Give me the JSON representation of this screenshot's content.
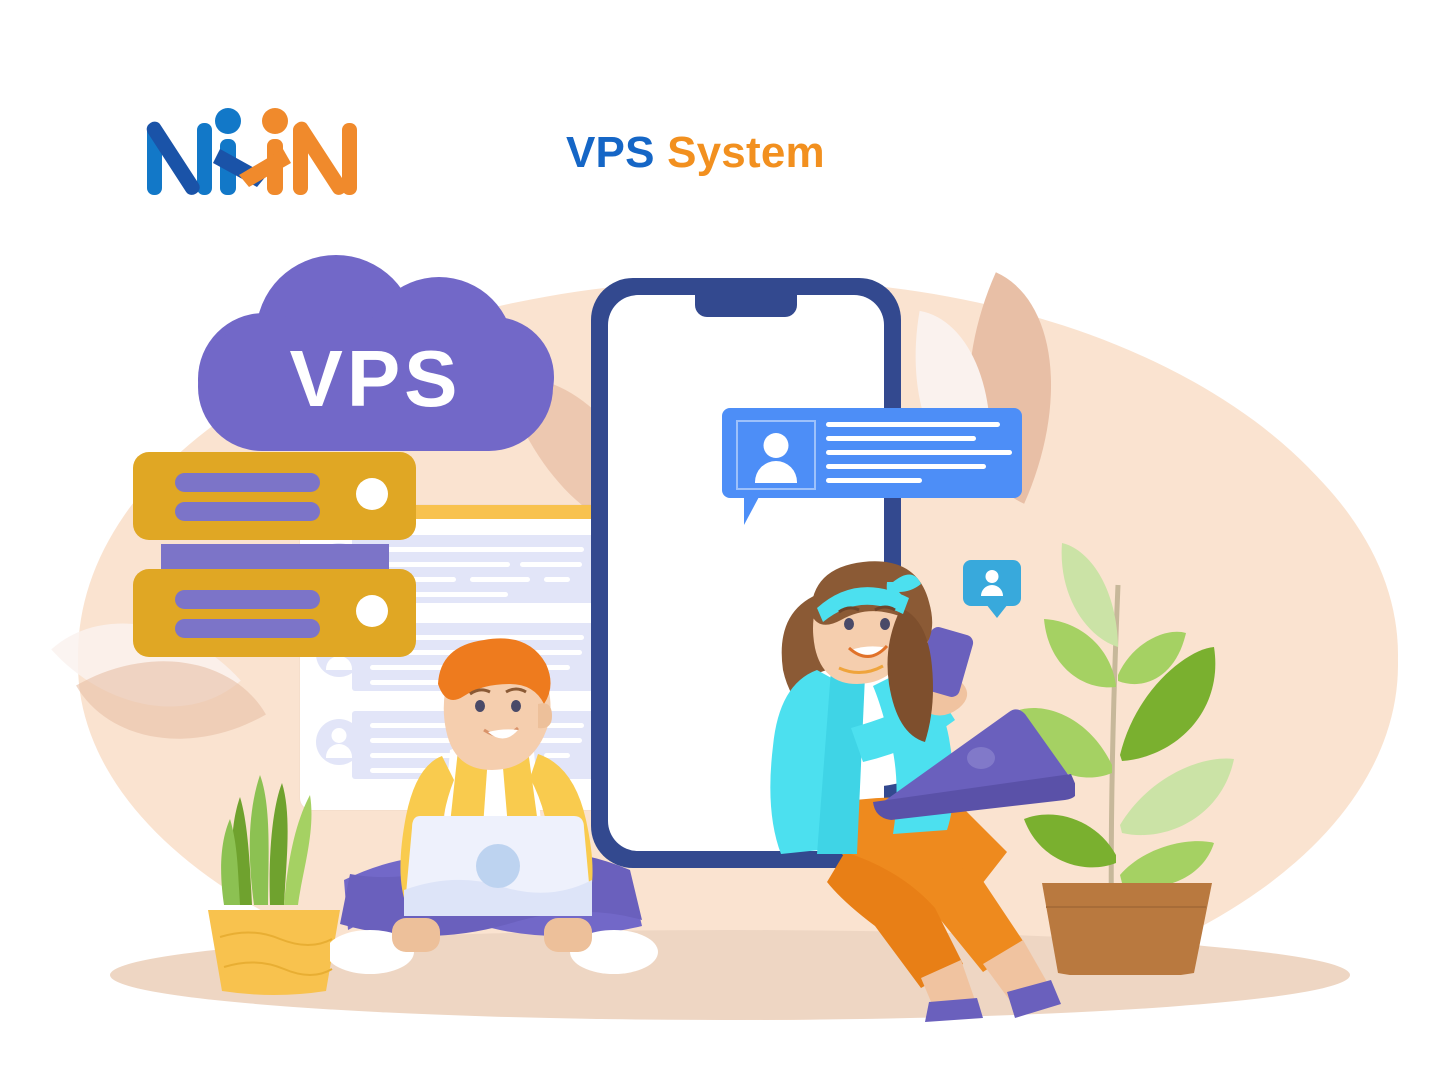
{
  "header": {
    "logo_alt": "NMN",
    "logo_letters": [
      "N",
      "i",
      "i",
      "N"
    ],
    "brand_part1": "VPS",
    "brand_part2": "System",
    "brand_full": "VPS System"
  },
  "illustration": {
    "cloud_label": "VPS",
    "caption": "Two people using a VPS system on laptops and a phone",
    "elements": [
      "purple-cloud",
      "server-rack",
      "browser-card",
      "smartphone",
      "chat-bubble",
      "mini-notification-bubble",
      "man-with-laptop",
      "woman-with-laptop",
      "potted-snake-plant",
      "potted-leafy-plant"
    ]
  },
  "card": {
    "rows": [
      {
        "lines": [
          [
            "8",
            "214"
          ],
          [
            "8",
            "140"
          ],
          [
            "8",
            "86"
          ],
          [
            "8",
            "176"
          ]
        ]
      },
      {
        "lines": [
          [
            "8",
            "214"
          ],
          [
            "8",
            "140"
          ],
          [
            "8",
            "86"
          ],
          [
            "8",
            "176"
          ]
        ]
      },
      {
        "lines": [
          [
            "8",
            "214"
          ],
          [
            "8",
            "140"
          ],
          [
            "8",
            "86"
          ],
          [
            "8",
            "176"
          ]
        ]
      }
    ]
  },
  "chat_bubble": {
    "line_widths": [
      174,
      150,
      186,
      160,
      96
    ]
  },
  "colors": {
    "logo_blue_light": "#1278C8",
    "logo_blue_dark": "#1A53A8",
    "logo_orange": "#F08A2C",
    "brand_blue": "#1566C6",
    "brand_orange": "#F2901F",
    "cloud_purple": "#7268C8",
    "server_gold": "#E0A724",
    "server_purple": "#7C74C8",
    "phone_navy": "#33498F",
    "bubble_blue": "#4D8EF7",
    "mini_bubble_cyan": "#38A9DC",
    "background_peach": "#FAE3D0",
    "ground_tan": "#EED6C3",
    "card_row_lavender": "#E2E5F8",
    "card_bar_yellow": "#F8C24E",
    "man_cardigan_yellow": "#F9CB4E",
    "man_pants_purple": "#7268C8",
    "man_hair_orange": "#EE7B1E",
    "woman_cardigan_cyan": "#4CE0EF",
    "woman_pants_orange": "#EE8A1E",
    "woman_hair_brown": "#8B5A35",
    "skin": "#F2C9A8",
    "plant_green": "#8CC152",
    "plant_green_dark": "#6FA22E",
    "plant_green_light": "#CBE3A6",
    "pot_yellow": "#F8C24E",
    "pot_brown": "#B9793F"
  }
}
